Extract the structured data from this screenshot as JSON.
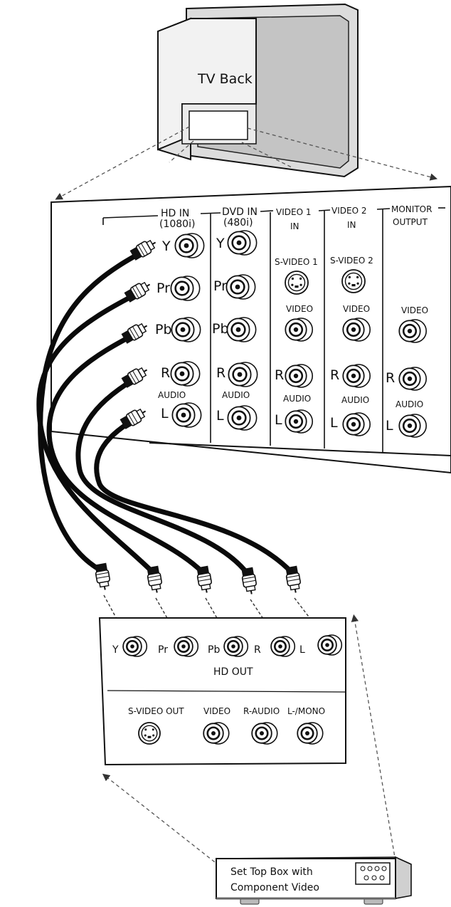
{
  "tv": {
    "label": "TV Back"
  },
  "tv_panel": {
    "hd_in": {
      "title": "HD IN",
      "sub": "(1080i)",
      "jacks": [
        "Y",
        "Pr",
        "Pb",
        "R",
        "L"
      ],
      "audio": "AUDIO"
    },
    "dvd_in": {
      "title": "DVD IN",
      "sub": "(480i)",
      "jacks": [
        "Y",
        "Pr",
        "Pb",
        "R",
        "L"
      ],
      "audio": "AUDIO"
    },
    "video1_in": {
      "title": "VIDEO 1",
      "sub": "IN",
      "svideo": "S-VIDEO 1",
      "video": "VIDEO",
      "r": "R",
      "audio": "AUDIO",
      "l": "L"
    },
    "video2_in": {
      "title": "VIDEO 2",
      "sub": "IN",
      "svideo": "S-VIDEO 2",
      "video": "VIDEO",
      "r": "R",
      "audio": "AUDIO",
      "l": "L"
    },
    "monitor_output": {
      "title": "MONITOR",
      "sub": "OUTPUT",
      "video": "VIDEO",
      "r": "R",
      "audio": "AUDIO",
      "l": "L"
    }
  },
  "stb_panel": {
    "hd_out_jacks": [
      "Y",
      "Pr",
      "Pb",
      "R",
      "L"
    ],
    "hd_out_label": "HD OUT",
    "svideo_out": "S-VIDEO OUT",
    "video": "VIDEO",
    "r_audio": "R-AUDIO",
    "l_mono": "L-/MONO"
  },
  "stb": {
    "line1": "Set Top Box with",
    "line2": "Component Video"
  },
  "colors": {
    "line": "#111111",
    "cable": "#0a0a0a",
    "panel_fill": "#ffffff",
    "tv_shade": "#d8d8d8"
  }
}
